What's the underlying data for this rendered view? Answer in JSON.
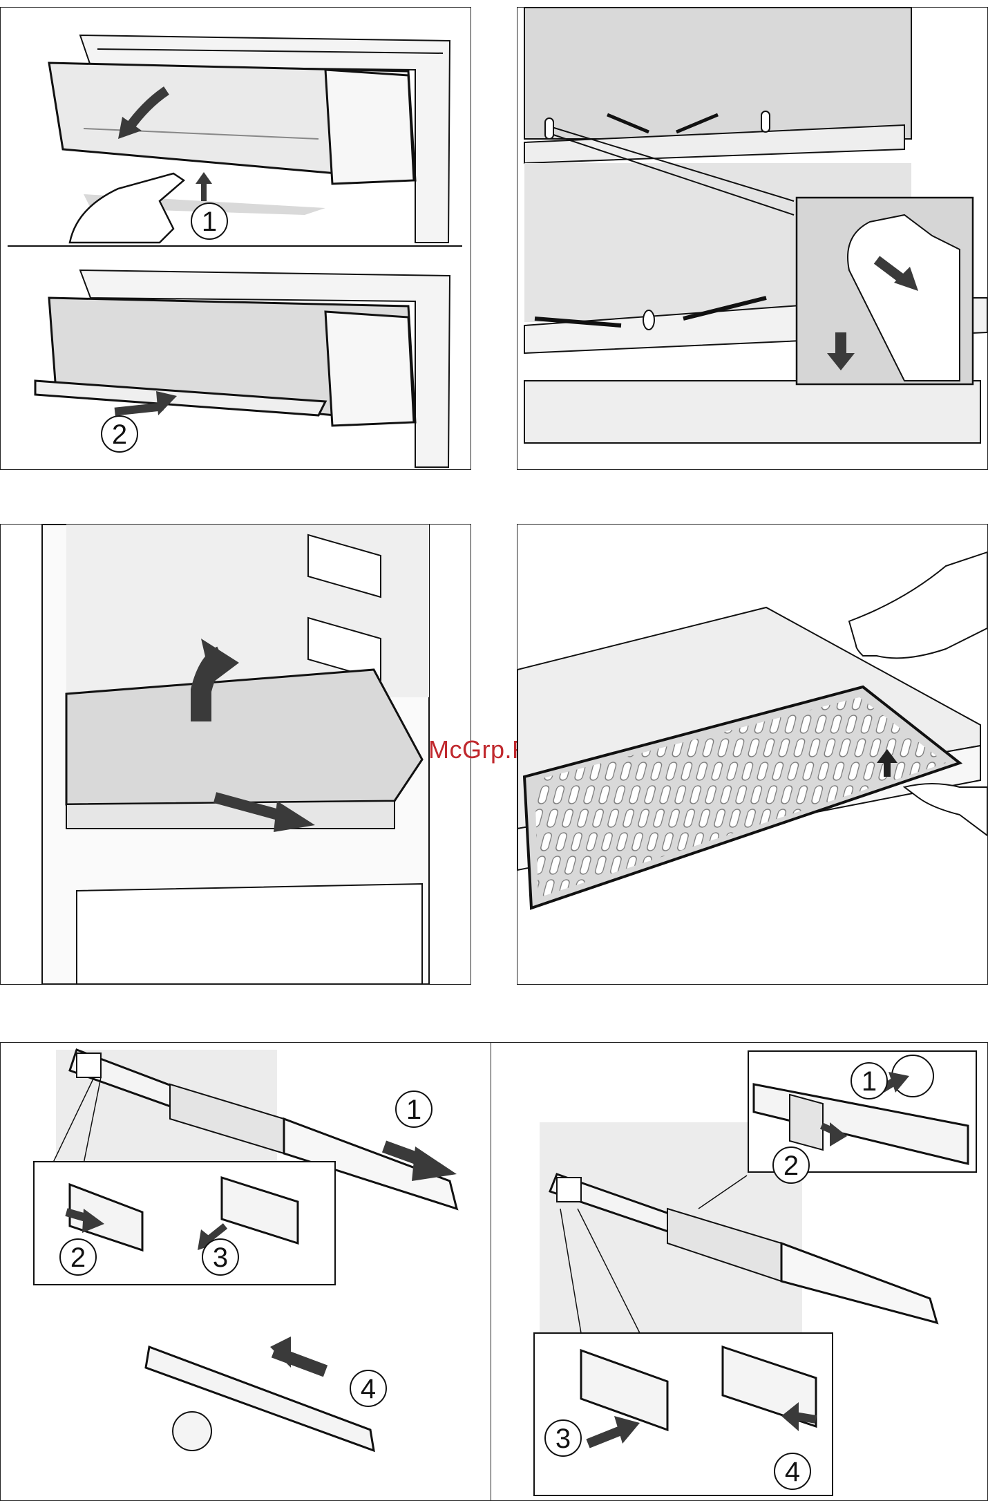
{
  "watermark": "McGrp.Ru",
  "figures": {
    "fig1": {
      "top_label": "1",
      "bottom_label": "2"
    },
    "fig5": {
      "steps": [
        "1",
        "2",
        "3",
        "4"
      ]
    },
    "fig6": {
      "steps": [
        "1",
        "2",
        "3",
        "4"
      ]
    }
  },
  "colors": {
    "line": "#111111",
    "arrow": "#3a3a3a",
    "panel_grey": "#d9d9d9",
    "light_grey": "#ececec"
  }
}
